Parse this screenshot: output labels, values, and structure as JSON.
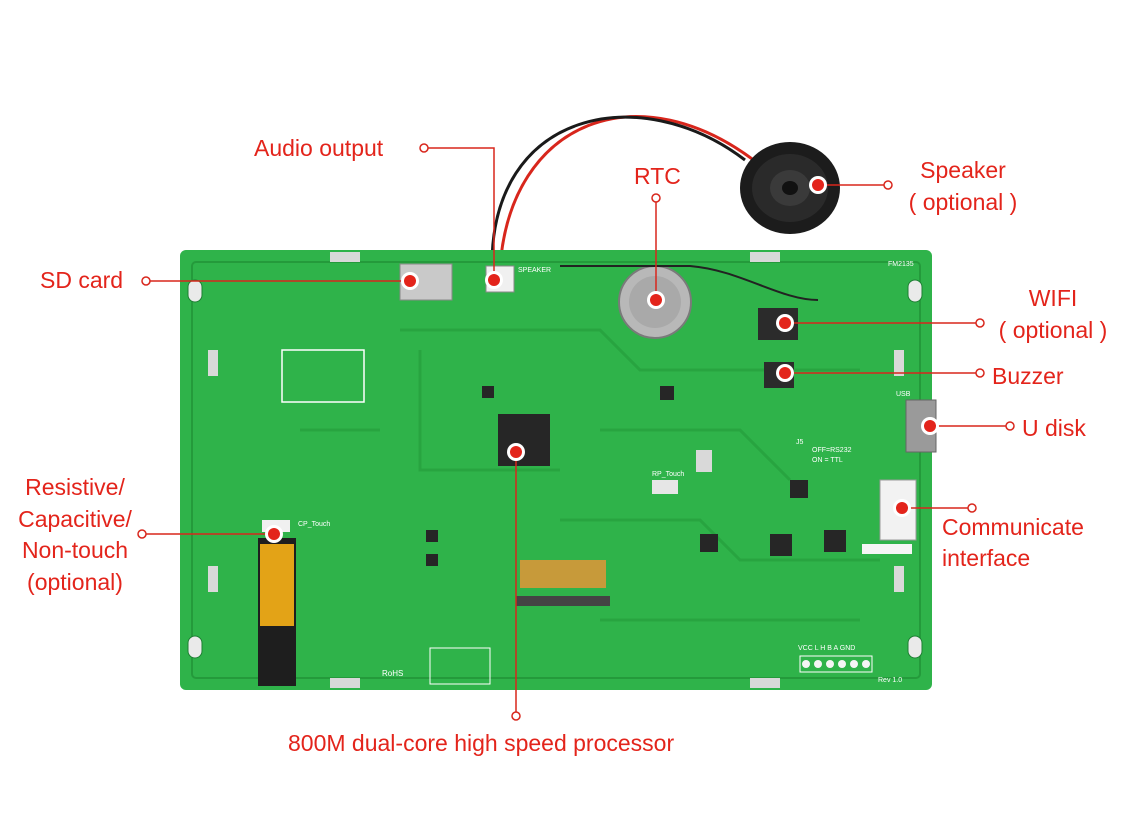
{
  "labels": {
    "audio_output": "Audio output",
    "rtc": "RTC",
    "speaker": "Speaker",
    "speaker_optional": "( optional )",
    "sd_card": "SD card",
    "wifi": "WIFI",
    "wifi_optional": "( optional )",
    "buzzer": "Buzzer",
    "u_disk": "U disk",
    "touch_line1": "Resistive/",
    "touch_line2": "Capacitive/",
    "touch_line3": "Non-touch",
    "touch_line4": "(optional)",
    "communicate_line1": "Communicate",
    "communicate_line2": "interface",
    "processor": "800M dual-core high speed processor"
  },
  "board_silkscreen": {
    "cp_touch": "CP_Touch",
    "rp_touch": "RP_Touch",
    "speaker_conn": "SPEAKER",
    "usb": "USB",
    "j5": "J5",
    "rs232": "OFF=RS232",
    "ttl": "ON = TTL",
    "pins": "VCC L H B A GND",
    "rev": "Rev 1.0",
    "rohs": "RoHS",
    "model": "FM2135"
  },
  "colors": {
    "label": "#e3241b",
    "board": "#2fb34a",
    "board_dark": "#249a3b",
    "marker": "#e3241b"
  }
}
